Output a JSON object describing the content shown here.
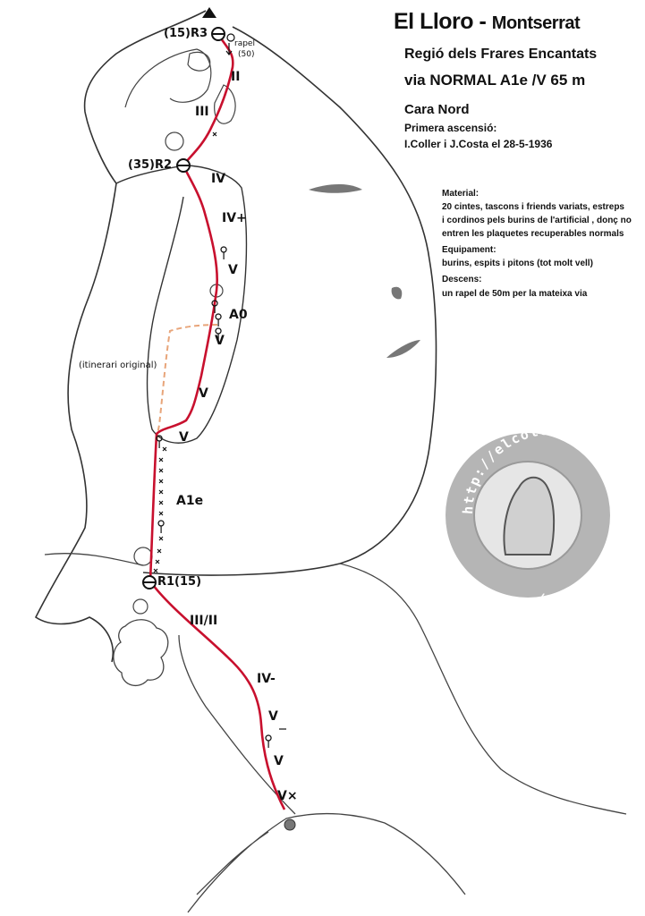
{
  "header": {
    "title": "El Lloro",
    "title_sep": " - ",
    "subtitle": "Montserrat",
    "region": "Regió dels Frares Encantats",
    "route": "via NORMAL  A1e /V  65 m",
    "face": "Cara Nord",
    "first_ascent_label": "Primera ascensió:",
    "first_ascent": "I.Coller i J.Costa el 28-5-1936"
  },
  "info": {
    "material_label": "Material:",
    "material_lines": [
      "20 cintes, tascons i friends variats, estreps",
      "i cordinos pels burins de l'artificial , donç no",
      "entren les plaquetes recuperables normals"
    ],
    "equipment_label": "Equipament:",
    "equipment": "burins, espits i pitons (tot molt vell)",
    "descent_label": "Descens:",
    "descent": "un rapel de 50m per la mateixa via"
  },
  "belays": {
    "r3": "(15)R3",
    "r2": "(35)R2",
    "r1": "R1(15)"
  },
  "rappel": {
    "label": "rapel",
    "length": "(50)"
  },
  "grades": [
    "II",
    "III",
    "IV",
    "IV+",
    "V",
    "A0",
    "V",
    "V",
    "V",
    "A1e",
    "III/II",
    "IV-",
    "V",
    "V",
    "V×"
  ],
  "original_route_label": "(itinerari original)",
  "stamp": {
    "url": "http://elcoleccionistadevies.blogspot.com/"
  },
  "colors": {
    "route": "#c8102e",
    "original_route": "#e8a57a",
    "outline": "#333333",
    "stamp": "#b5b5b5",
    "scar": "#777777"
  }
}
